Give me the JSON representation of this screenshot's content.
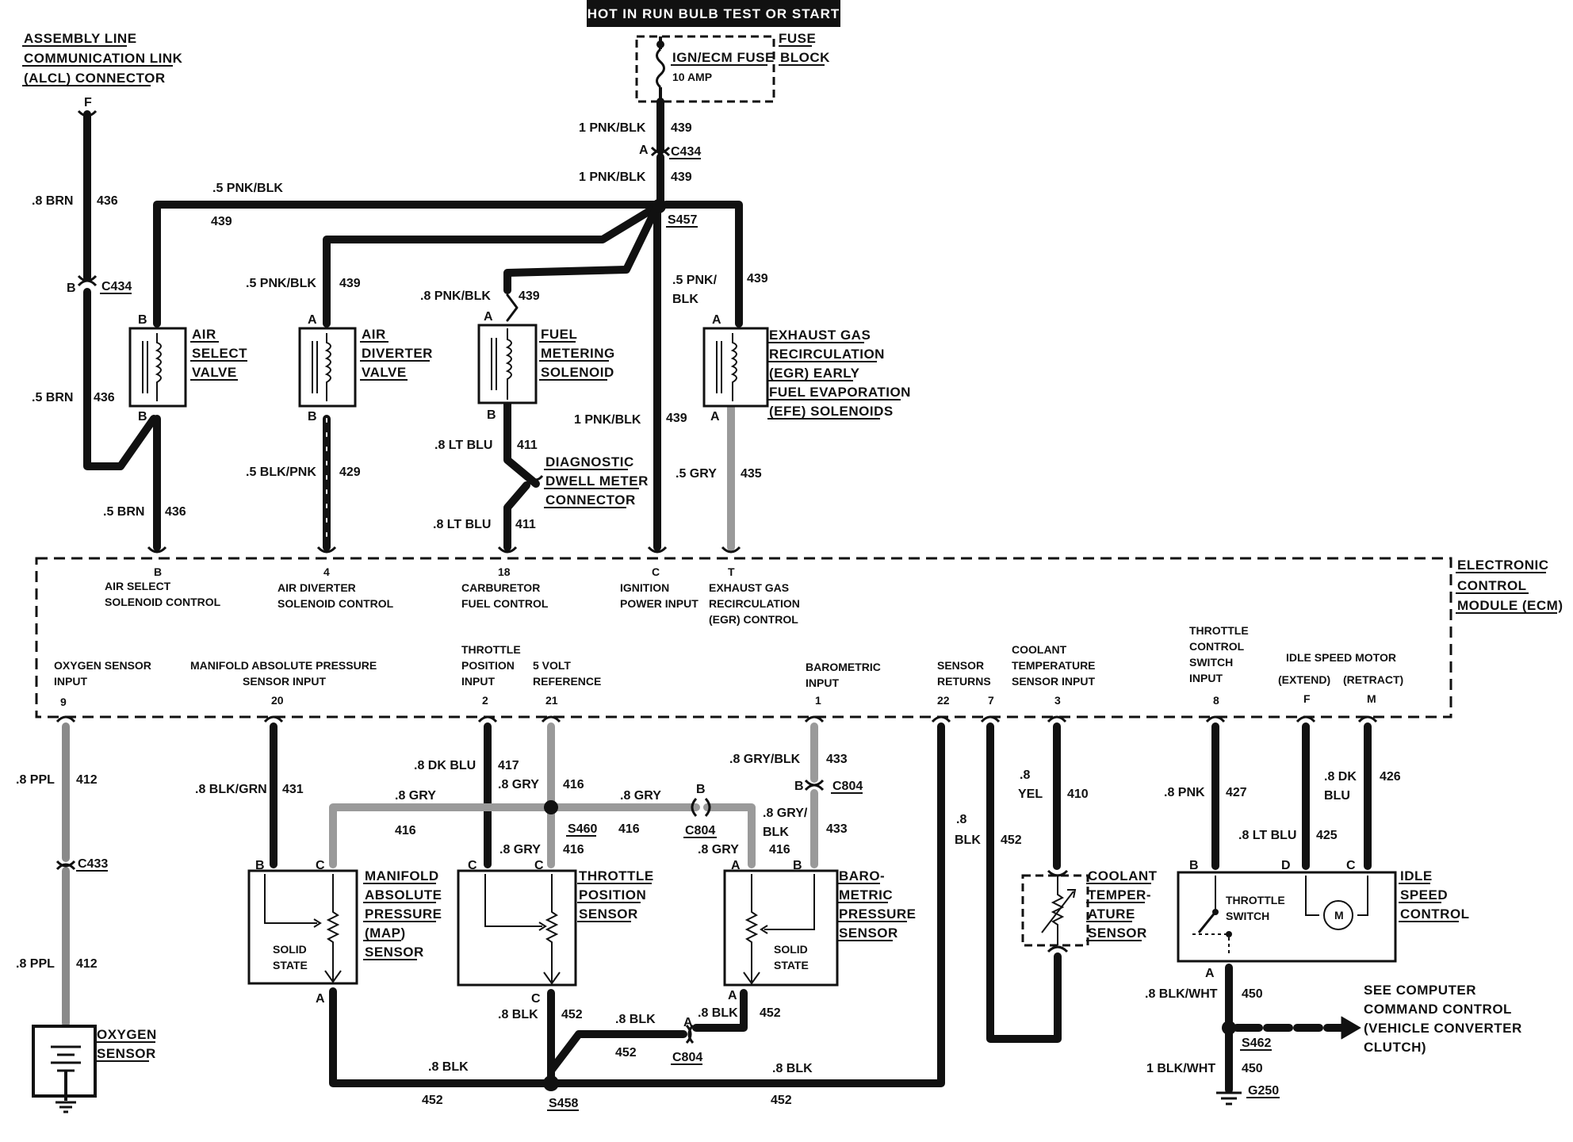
{
  "header": "HOT IN RUN BULB TEST OR START",
  "fuse": {
    "name": "IGN/ECM FUSE",
    "rating": "10 AMP",
    "block": [
      "FUSE",
      "BLOCK"
    ]
  },
  "alcl": [
    "ASSEMBLY LINE",
    "COMMUNICATION LINK",
    "(ALCL) CONNECTOR"
  ],
  "ecm_label": [
    "ELECTRONIC",
    "CONTROL",
    "MODULE (ECM)"
  ],
  "components": {
    "air_select": [
      "AIR",
      "SELECT",
      "VALVE"
    ],
    "air_diverter": [
      "AIR",
      "DIVERTER",
      "VALVE"
    ],
    "fuel_metering": [
      "FUEL",
      "METERING",
      "SOLENOID"
    ],
    "egr": [
      "EXHAUST GAS",
      "RECIRCULATION",
      "(EGR) EARLY",
      "FUEL EVAPORATION",
      "(EFE) SOLENOIDS"
    ],
    "diagnostic": [
      "DIAGNOSTIC",
      "DWELL METER",
      "CONNECTOR"
    ],
    "map": [
      "MANIFOLD",
      "ABSOLUTE",
      "PRESSURE",
      "(MAP)",
      "SENSOR"
    ],
    "tps": [
      "THROTTLE",
      "POSITION",
      "SENSOR"
    ],
    "baro": [
      "BARO-",
      "METRIC",
      "PRESSURE",
      "SENSOR"
    ],
    "coolant": [
      "COOLANT",
      "TEMPER-",
      "ATURE",
      "SENSOR"
    ],
    "idle": [
      "IDLE",
      "SPEED",
      "CONTROL"
    ],
    "oxygen": [
      "OXYGEN",
      "SENSOR"
    ],
    "solid_state": [
      "SOLID",
      "STATE"
    ],
    "throttle_switch": [
      "THROTTLE",
      "SWITCH"
    ],
    "motor": "M"
  },
  "see_note": [
    "SEE COMPUTER",
    "COMMAND CONTROL",
    "(VEHICLE CONVERTER",
    "CLUTCH)"
  ],
  "ecm_top_pins": [
    {
      "pin": "B",
      "desc": [
        "AIR SELECT",
        "SOLENOID CONTROL"
      ]
    },
    {
      "pin": "4",
      "desc": [
        "AIR DIVERTER",
        "SOLENOID CONTROL"
      ]
    },
    {
      "pin": "18",
      "desc": [
        "CARBURETOR",
        "FUEL CONTROL"
      ]
    },
    {
      "pin": "C",
      "desc": [
        "IGNITION",
        "POWER INPUT"
      ]
    },
    {
      "pin": "T",
      "desc": [
        "EXHAUST GAS",
        "RECIRCULATION",
        "(EGR) CONTROL"
      ]
    }
  ],
  "ecm_bottom_pins": [
    {
      "pin": "9",
      "desc": [
        "OXYGEN SENSOR",
        "INPUT"
      ]
    },
    {
      "pin": "20",
      "desc": [
        "MANIFOLD ABSOLUTE PRESSURE",
        "SENSOR INPUT"
      ]
    },
    {
      "pin": "2",
      "desc": [
        "THROTTLE",
        "POSITION",
        "INPUT"
      ]
    },
    {
      "pin": "21",
      "desc": [
        "5 VOLT",
        "REFERENCE"
      ]
    },
    {
      "pin": "1",
      "desc": [
        "BAROMETRIC",
        "INPUT"
      ]
    },
    {
      "pin": "22",
      "desc": [
        "SENSOR",
        "RETURNS"
      ]
    },
    {
      "pin": "7",
      "desc": []
    },
    {
      "pin": "3",
      "desc": [
        "COOLANT",
        "TEMPERATURE",
        "SENSOR INPUT"
      ]
    },
    {
      "pin": "8",
      "desc": [
        "THROTTLE",
        "CONTROL",
        "SWITCH",
        "INPUT"
      ]
    },
    {
      "pin": "F",
      "desc": [
        "IDLE SPEED MOTOR",
        "(EXTEND)"
      ]
    },
    {
      "pin": "M",
      "desc": [
        "(RETRACT)"
      ]
    }
  ],
  "wire_labels": [
    {
      "gauge": "1 PNK/BLK",
      "circuit": "439"
    },
    {
      "gauge": "1 PNK/BLK",
      "circuit": "439"
    },
    {
      "gauge": ".5 PNK/BLK",
      "circuit": "439"
    },
    {
      "gauge": ".5 PNK/BLK",
      "circuit": "439"
    },
    {
      "gauge": ".8 PNK/BLK",
      "circuit": "439"
    },
    {
      "gauge": ".5 PNK/",
      "circuit": "439"
    },
    {
      "gauge": "BLK",
      "circuit": ""
    },
    {
      "gauge": "1 PNK/BLK",
      "circuit": "439"
    },
    {
      "gauge": ".8 BRN",
      "circuit": "436"
    },
    {
      "gauge": ".5 BRN",
      "circuit": "436"
    },
    {
      "gauge": ".5 BRN",
      "circuit": "436"
    },
    {
      "gauge": ".5 BLK/PNK",
      "circuit": "429"
    },
    {
      "gauge": ".8 LT BLU",
      "circuit": "411"
    },
    {
      "gauge": ".8 LT BLU",
      "circuit": "411"
    },
    {
      "gauge": ".5 GRY",
      "circuit": "435"
    },
    {
      "gauge": ".8 PPL",
      "circuit": "412"
    },
    {
      "gauge": ".8 PPL",
      "circuit": "412"
    },
    {
      "gauge": ".8 BLK/GRN",
      "circuit": "431"
    },
    {
      "gauge": ".8 DK BLU",
      "circuit": "417"
    },
    {
      "gauge": ".8 GRY",
      "circuit": "416"
    },
    {
      "gauge": ".8 GRY",
      "circuit": "416"
    },
    {
      "gauge": ".8 GRY",
      "circuit": "416"
    },
    {
      "gauge": ".8 GRY",
      "circuit": "416"
    },
    {
      "gauge": ".8 GRY",
      "circuit": "416"
    },
    {
      "gauge": ".8 GRY/BLK",
      "circuit": "433"
    },
    {
      "gauge": ".8 GRY/",
      "circuit": "433"
    },
    {
      "gauge": "BLK",
      "circuit": ""
    },
    {
      "gauge": ".8 BLK",
      "circuit": "452"
    },
    {
      "gauge": ".8 BLK",
      "circuit": "452"
    },
    {
      "gauge": ".8 BLK",
      "circuit": "452"
    },
    {
      "gauge": ".8 BLK",
      "circuit": "452"
    },
    {
      "gauge": ".8 BLK",
      "circuit": "452"
    },
    {
      "gauge": ".8",
      "circuit": ""
    },
    {
      "gauge": "BLK",
      "circuit": "452"
    },
    {
      "gauge": ".8",
      "circuit": ""
    },
    {
      "gauge": "YEL",
      "circuit": "410"
    },
    {
      "gauge": ".8 PNK",
      "circuit": "427"
    },
    {
      "gauge": ".8 LT BLU",
      "circuit": "425"
    },
    {
      "gauge": ".8 DK",
      "circuit": "426"
    },
    {
      "gauge": "BLU",
      "circuit": ""
    },
    {
      "gauge": ".8 BLK/WHT",
      "circuit": "450"
    },
    {
      "gauge": "1 BLK/WHT",
      "circuit": "450"
    }
  ],
  "connectors": [
    "C434",
    "C434",
    "C433",
    "C804",
    "C804",
    "C804"
  ],
  "splices": [
    "S457",
    "S460",
    "S458",
    "S462"
  ],
  "ground": "G250",
  "pin_letters": [
    "F",
    "A",
    "A",
    "B",
    "A",
    "B",
    "A",
    "B",
    "A",
    "B",
    "C",
    "B",
    "C",
    "B",
    "C",
    "C",
    "B",
    "A",
    "C",
    "A",
    "A",
    "B",
    "D",
    "C",
    "A",
    "A",
    "C"
  ]
}
